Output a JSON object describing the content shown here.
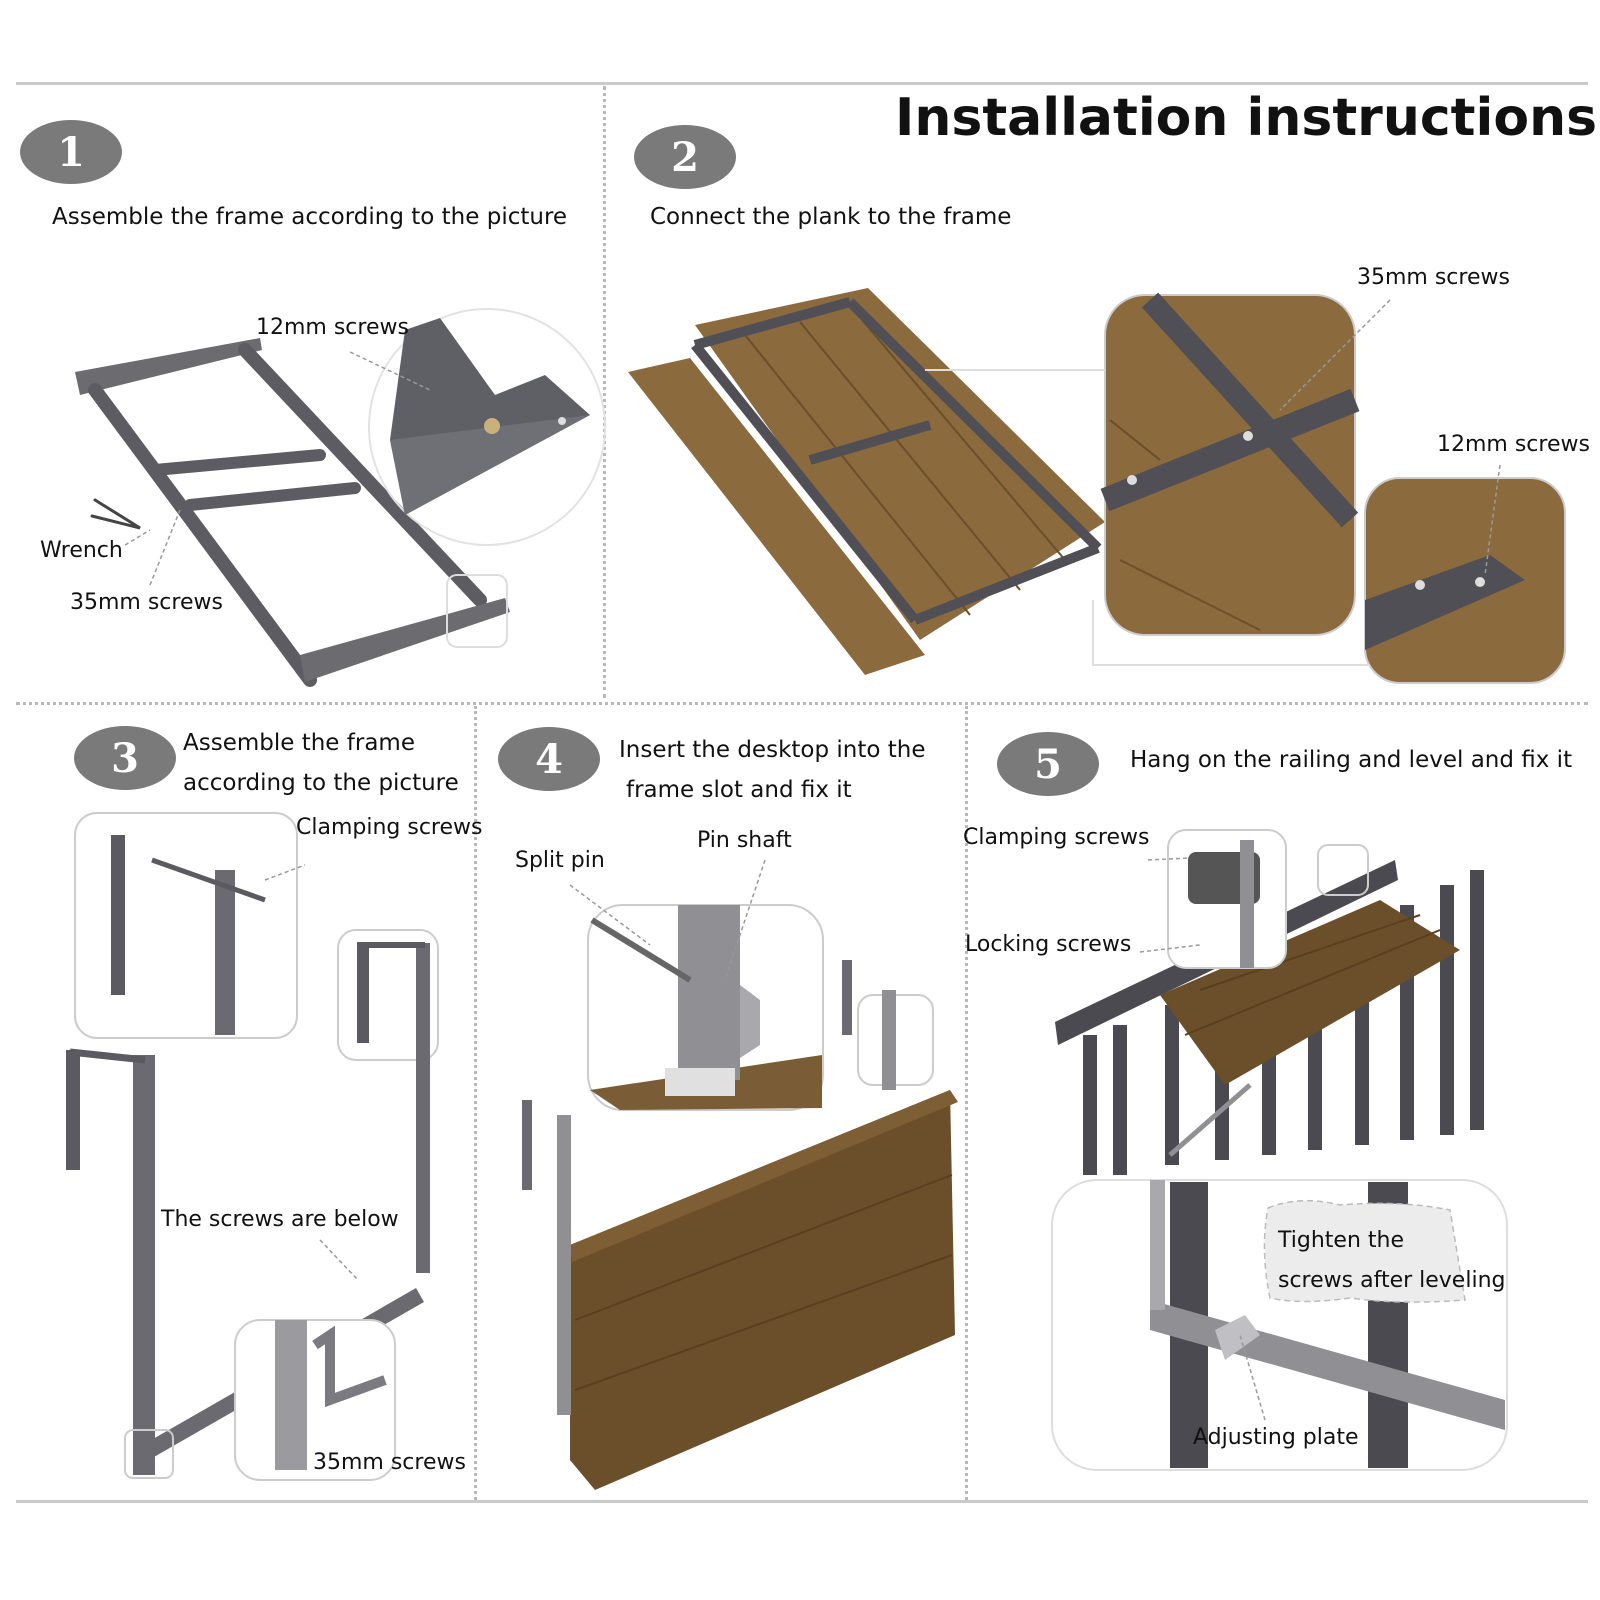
{
  "title": "Installation instructions",
  "steps": [
    {
      "number": "1",
      "text": "Assemble the frame according to the picture"
    },
    {
      "number": "2",
      "text": "Connect the plank to the frame"
    },
    {
      "number": "3",
      "text_line1": "Assemble the frame",
      "text_line2": "according to the picture"
    },
    {
      "number": "4",
      "text_line1": "Insert the desktop into the",
      "text_line2": "frame slot and fix it"
    },
    {
      "number": "5",
      "text": "Hang on the railing and level and fix it"
    }
  ],
  "labels": {
    "s1_12mm": "12mm screws",
    "s1_wrench": "Wrench",
    "s1_35mm": "35mm screws",
    "s2_35mm": "35mm screws",
    "s2_12mm": "12mm screws",
    "s3_clamping": "Clamping screws",
    "s3_below": "The screws are below",
    "s3_35mm": "35mm screws",
    "s4_split": "Split pin",
    "s4_pin": "Pin shaft",
    "s5_clamping": "Clamping screws",
    "s5_locking": "Locking screws",
    "s5_tighten_l1": "Tighten the",
    "s5_tighten_l2": "screws after leveling",
    "s5_adjusting": "Adjusting plate"
  },
  "colors": {
    "frame": "#5c5c62",
    "wood": "#8b6a3e",
    "wood_dark": "#6b4e2a",
    "badge": "#7a7a7a"
  }
}
